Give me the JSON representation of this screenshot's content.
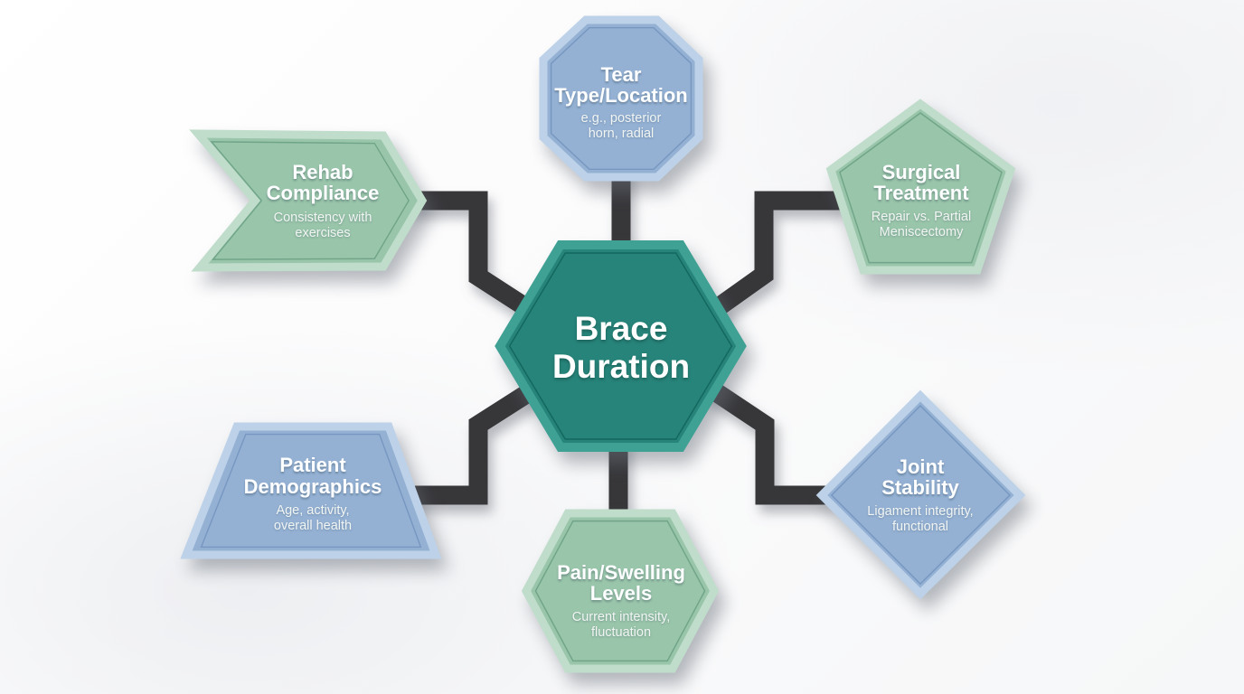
{
  "diagram": {
    "connector_color": "#37373a",
    "center": {
      "id": "brace-duration",
      "shape": "hexagon",
      "title_lines": [
        "Brace",
        "Duration"
      ],
      "fill": "#27847a",
      "bevel": "#3fa094",
      "inner_line": "#0e5f56"
    },
    "nodes": [
      {
        "id": "tear-type-location",
        "shape": "octagon",
        "position": "top",
        "title_lines": [
          "Tear",
          "Type/Location"
        ],
        "subtitle_lines": [
          "e.g., posterior",
          "horn, radial"
        ],
        "fill": "#94b1d4",
        "bevel": "#bdd2e9",
        "inner_line": "#6e8fba"
      },
      {
        "id": "surgical-treatment",
        "shape": "pentagon",
        "position": "top-right",
        "title_lines": [
          "Surgical",
          "Treatment"
        ],
        "subtitle_lines": [
          "Repair vs. Partial",
          "Meniscectomy"
        ],
        "fill": "#99c5aa",
        "bevel": "#c0ddcc",
        "inner_line": "#639a7d"
      },
      {
        "id": "joint-stability",
        "shape": "diamond",
        "position": "bottom-right",
        "title_lines": [
          "Joint",
          "Stability"
        ],
        "subtitle_lines": [
          "Ligament integrity,",
          "functional"
        ],
        "fill": "#94b1d4",
        "bevel": "#bdd2e9",
        "inner_line": "#6e8fba"
      },
      {
        "id": "pain-swelling-levels",
        "shape": "hexagon",
        "position": "bottom",
        "title_lines": [
          "Pain/Swelling",
          "Levels"
        ],
        "subtitle_lines": [
          "Current intensity,",
          "fluctuation"
        ],
        "fill": "#99c5aa",
        "bevel": "#c0ddcc",
        "inner_line": "#639a7d"
      },
      {
        "id": "patient-demographics",
        "shape": "trapezoid",
        "position": "bottom-left",
        "title_lines": [
          "Patient",
          "Demographics"
        ],
        "subtitle_lines": [
          "Age, activity,",
          "overall health"
        ],
        "fill": "#94b1d4",
        "bevel": "#bdd2e9",
        "inner_line": "#6e8fba"
      },
      {
        "id": "rehab-compliance",
        "shape": "arrow",
        "position": "top-left",
        "title_lines": [
          "Rehab",
          "Compliance"
        ],
        "subtitle_lines": [
          "Consistency with",
          "exercises"
        ],
        "fill": "#99c5aa",
        "bevel": "#c0ddcc",
        "inner_line": "#639a7d"
      }
    ]
  }
}
